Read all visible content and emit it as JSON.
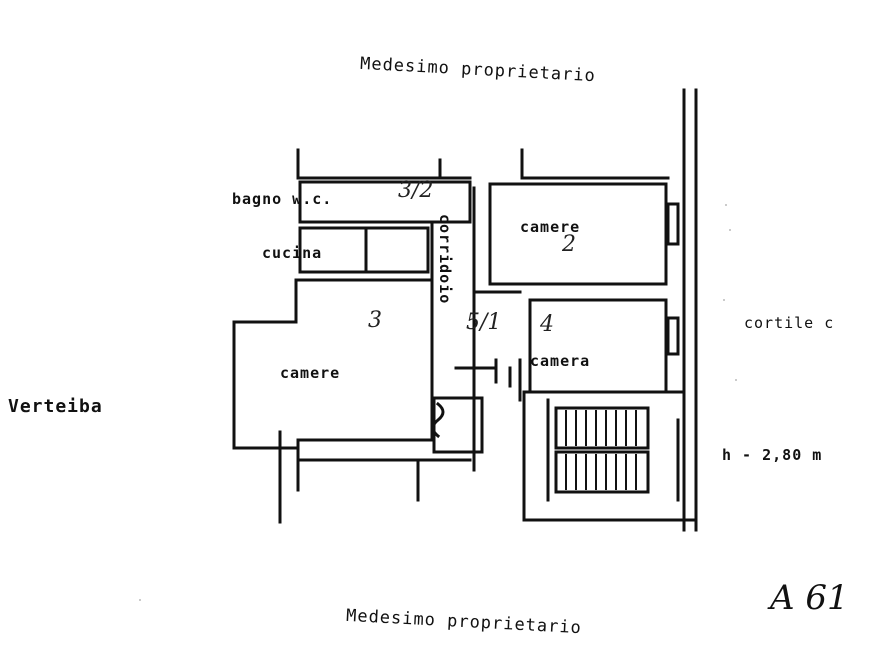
{
  "labels": {
    "top_owner": "Medesimo proprietario",
    "bottom_owner": "Medesimo proprietario",
    "courtyard": "cortile c",
    "left_side": "Verteiba",
    "height_note": "h - 2,80 m",
    "bath": "bagno w.c.",
    "kitchen": "cucina",
    "corridor": "corridoio",
    "room_top_right": "camere",
    "room_bottom_right": "camera",
    "room_left": "camere"
  },
  "handwritten": {
    "sheet_ref": "A 61",
    "mark_bath": "3/2",
    "mark_room_top": "2",
    "mark_room_left": "3",
    "mark_corridor": "5/1",
    "mark_room_right": "4"
  },
  "style": {
    "ink": "#111111",
    "paper": "#ffffff"
  }
}
